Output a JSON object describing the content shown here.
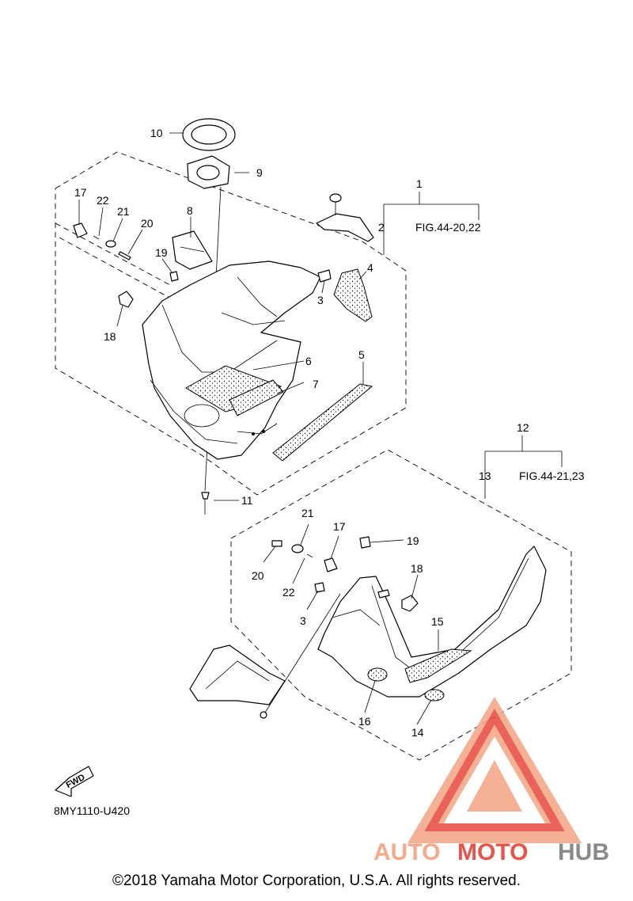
{
  "diagram": {
    "callouts": {
      "c1": "1",
      "c2": "2",
      "c3a": "3",
      "c4": "4",
      "c5": "5",
      "c6": "6",
      "c7": "7",
      "c8": "8",
      "c9": "9",
      "c10": "10",
      "c11": "11",
      "c12": "12",
      "c13": "13",
      "c14": "14",
      "c15": "15",
      "c16": "16",
      "c17a": "17",
      "c17b": "17",
      "c18a": "18",
      "c18b": "18",
      "c19a": "19",
      "c19b": "19",
      "c20a": "20",
      "c20b": "20",
      "c21a": "21",
      "c21b": "21",
      "c22a": "22",
      "c22b": "22",
      "c3b": "3"
    },
    "figure_refs": {
      "upper": "FIG.44-20,22",
      "lower": "FIG.44-21,23"
    },
    "fwd_label": "FWD",
    "diagram_code": "8MY1110-U420"
  },
  "watermark": {
    "part1": "AUTO",
    "part2": "MOTO",
    "part3": "HUB",
    "color_light": "#f4a98a",
    "color_red": "#e8534a",
    "color_dark": "#8a8a8a"
  },
  "footer": {
    "copyright": "©2018 Yamaha Motor Corporation, U.S.A. All rights reserved."
  }
}
